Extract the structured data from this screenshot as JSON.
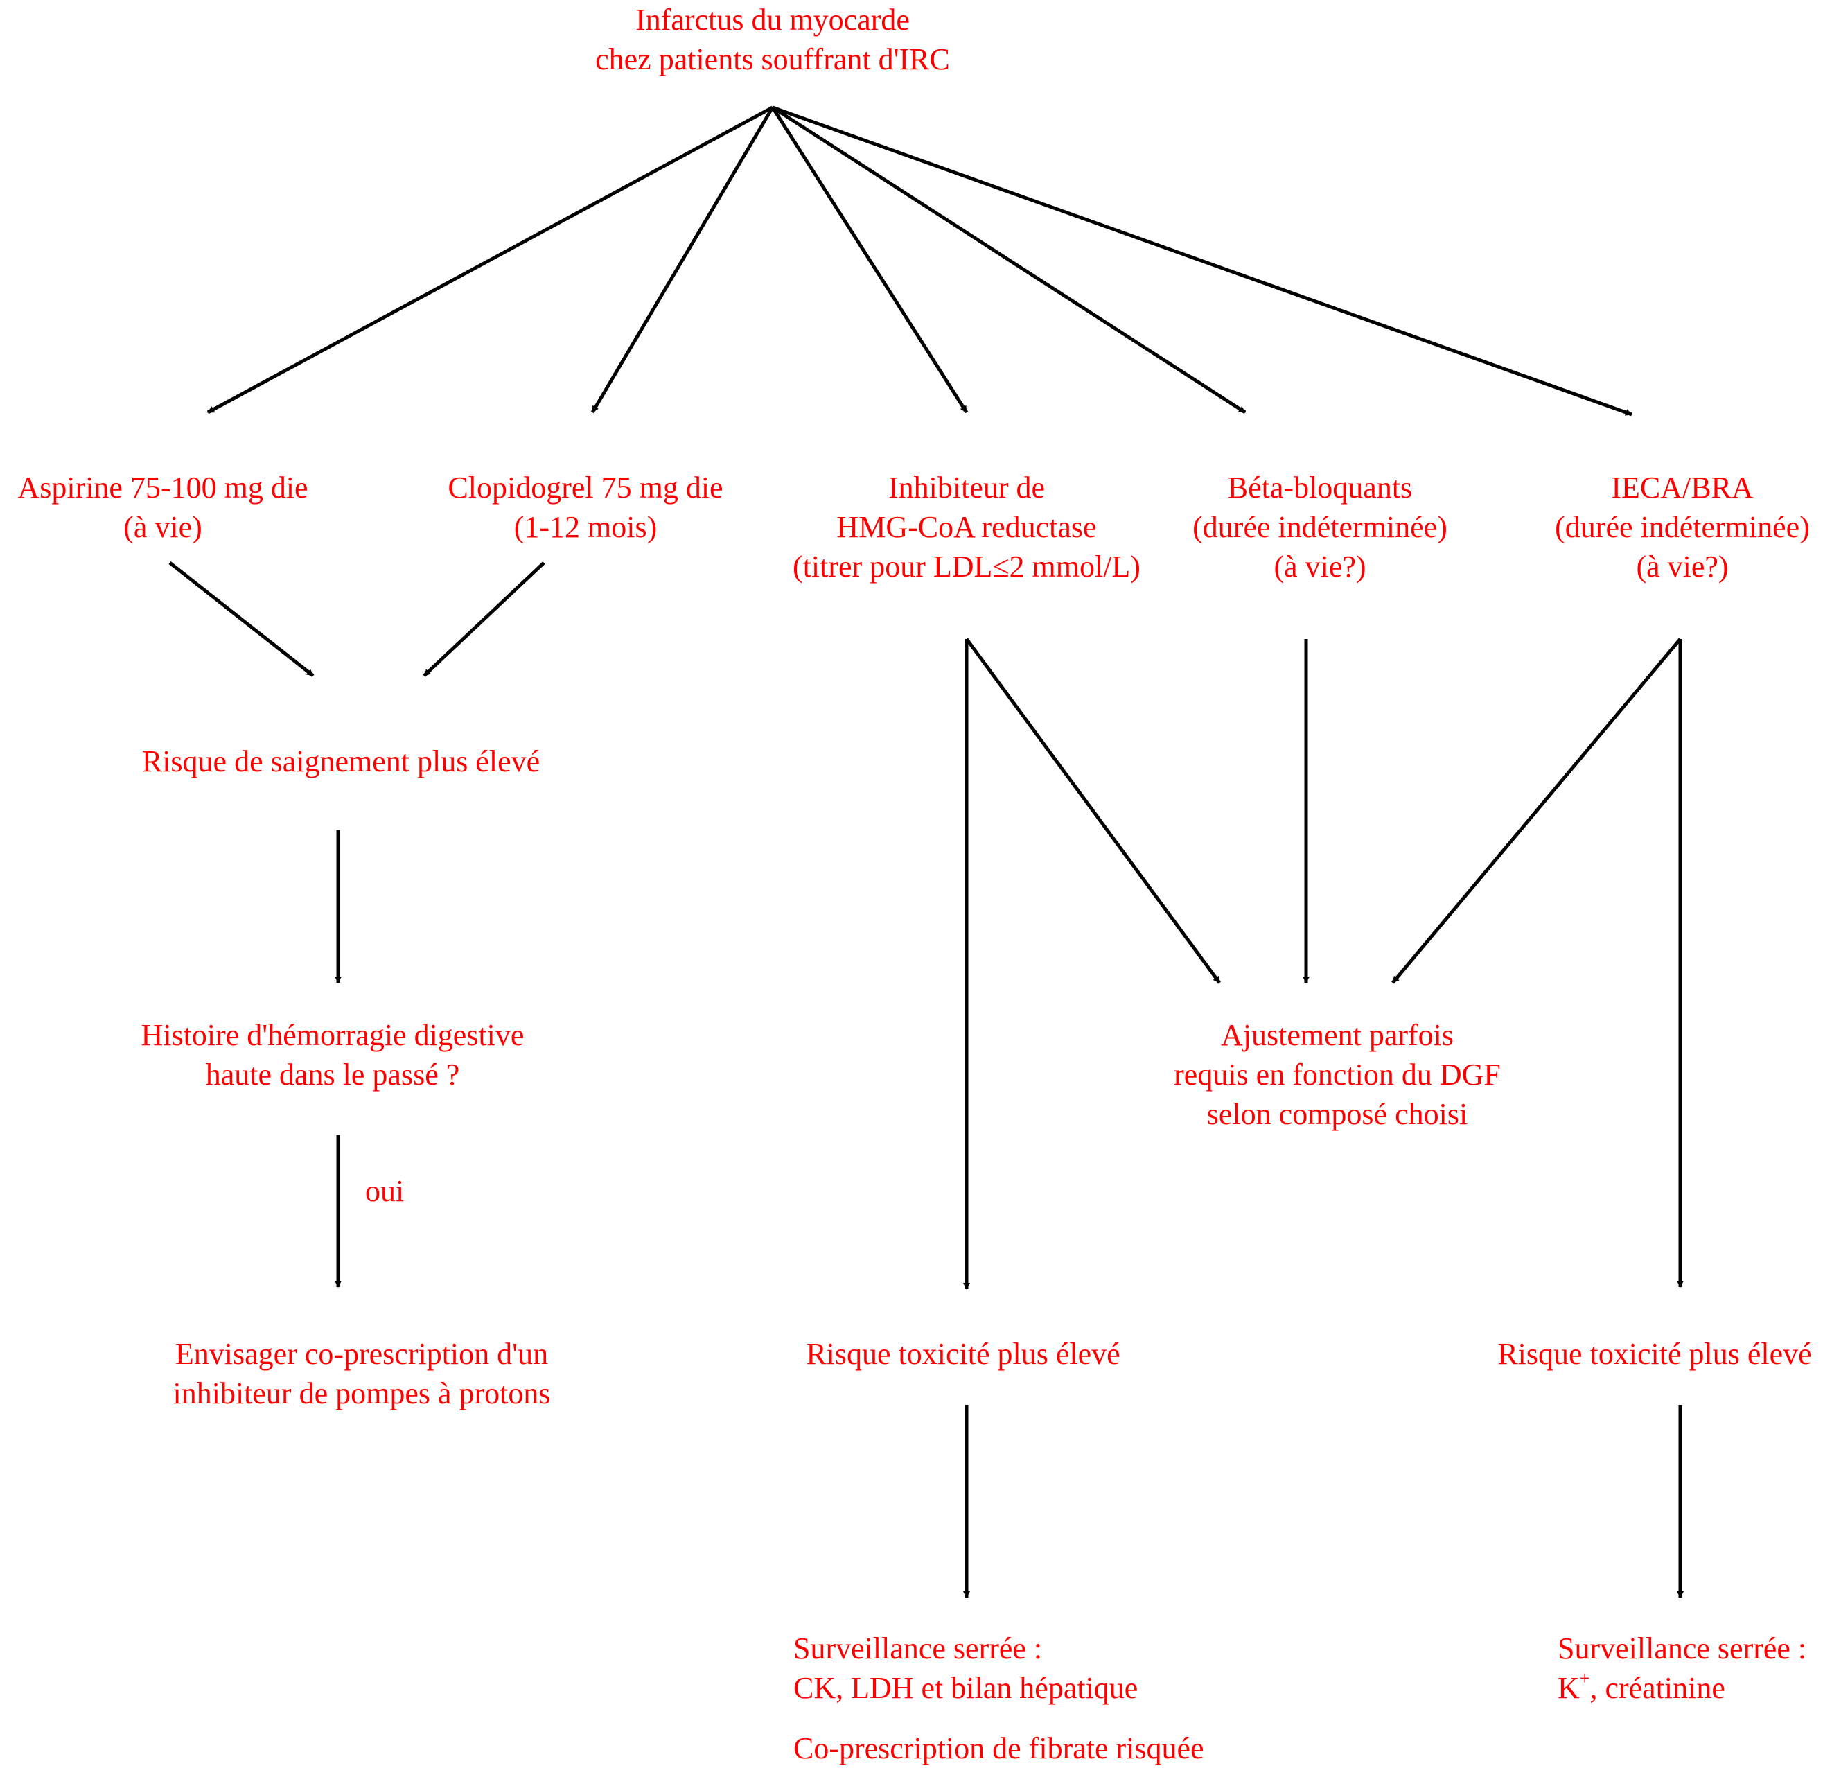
{
  "colors": {
    "text": "#ff0000",
    "arrow": "#000000",
    "background": "#ffffff"
  },
  "root": {
    "line1": "Infarctus du myocarde",
    "line2": "chez patients souffrant d'IRC"
  },
  "treatments": {
    "aspirine": {
      "line1": "Aspirine 75-100 mg die",
      "line2": "(à vie)"
    },
    "clopidogrel": {
      "line1": "Clopidogrel 75 mg die",
      "line2": "(1-12 mois)"
    },
    "statine": {
      "line1": "Inhibiteur de",
      "line2": "HMG-CoA reductase",
      "line3": "(titrer pour LDL≤2 mmol/L)"
    },
    "beta": {
      "line1": "Béta-bloquants",
      "line2": "(durée indéterminée)",
      "line3": "(à vie?)"
    },
    "ieca": {
      "line1": "IECA/BRA",
      "line2": "(durée indéterminée)",
      "line3": "(à vie?)"
    }
  },
  "bleeding": {
    "risk": "Risque de saignement plus élevé"
  },
  "history": {
    "line1": "Histoire d'hémorragie digestive",
    "line2": "haute dans le passé ?"
  },
  "edge_label_yes": "oui",
  "ppi": {
    "line1": "Envisager co-prescription d'un",
    "line2": "inhibiteur de pompes à protons"
  },
  "adjustment": {
    "line1": "Ajustement parfois",
    "line2": "requis en fonction du DGF",
    "line3": "selon composé choisi"
  },
  "toxicity_statin": "Risque toxicité plus élevé",
  "toxicity_ieca": "Risque toxicité plus élevé",
  "monitor_statin": {
    "line1": "Surveillance serrée :",
    "line2": "CK, LDH et  bilan hépatique",
    "line3": "Co-prescription de fibrate risquée"
  },
  "monitor_ieca": {
    "line1": "Surveillance serrée :",
    "k": "K",
    "k_sup": "+",
    "line2_rest": ", créatinine"
  }
}
